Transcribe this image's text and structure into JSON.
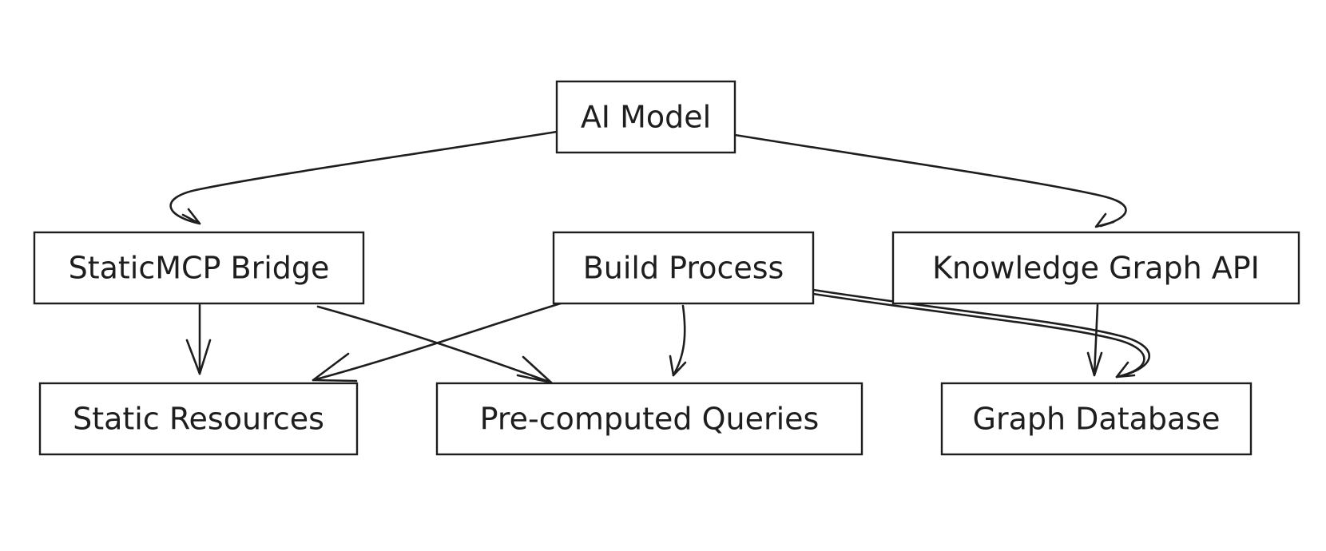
{
  "diagram": {
    "nodes": {
      "ai_model": "AI Model",
      "staticmcp_bridge": "StaticMCP Bridge",
      "build_process": "Build Process",
      "knowledge_graph_api": "Knowledge Graph API",
      "static_resources": "Static Resources",
      "precomputed_queries": "Pre-computed Queries",
      "graph_database": "Graph Database"
    },
    "edges": [
      {
        "from": "AI Model",
        "to": "StaticMCP Bridge"
      },
      {
        "from": "AI Model",
        "to": "Knowledge Graph API"
      },
      {
        "from": "StaticMCP Bridge",
        "to": "Static Resources"
      },
      {
        "from": "StaticMCP Bridge",
        "to": "Pre-computed Queries"
      },
      {
        "from": "Build Process",
        "to": "Static Resources"
      },
      {
        "from": "Build Process",
        "to": "Pre-computed Queries"
      },
      {
        "from": "Build Process",
        "to": "Graph Database"
      },
      {
        "from": "Knowledge Graph API",
        "to": "Graph Database"
      }
    ],
    "colors": {
      "stroke": "#1e1e1e",
      "background": "#ffffff"
    }
  }
}
